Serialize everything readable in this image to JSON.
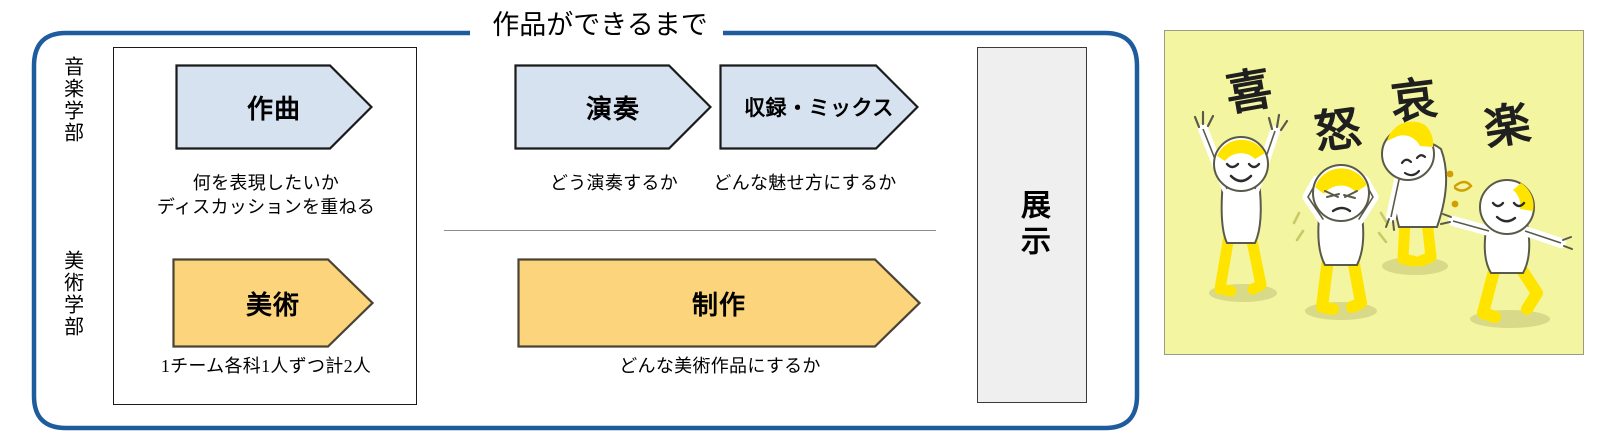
{
  "diagram": {
    "title": "作品ができるまで",
    "faculty_labels": [
      {
        "name": "music",
        "text": "音楽学部"
      },
      {
        "name": "art",
        "text": "美術学部"
      }
    ],
    "music_row": {
      "steps": [
        {
          "label": "作曲",
          "caption": "何を表現したいか\nディスカッションを重ねる"
        },
        {
          "label": "演奏",
          "caption": "どう演奏するか"
        },
        {
          "label": "収録・ミックス",
          "caption": "どんな魅せ方にするか"
        }
      ]
    },
    "art_row": {
      "steps": [
        {
          "label": "美術",
          "caption": "1チーム各科1人ずつ計2人"
        },
        {
          "label": "制作",
          "caption": "どんな美術作品にするか"
        }
      ]
    },
    "final_step": {
      "label": "展示"
    },
    "colors": {
      "frame_blue": "#1f5c9e",
      "music_fill": "#d6e2f0",
      "music_stroke": "#1a1a1a",
      "art_fill": "#fbd47c",
      "art_stroke": "#4a4437",
      "exhibition_fill": "#efefef",
      "exhibition_stroke": "#3a3a3a",
      "divider": "#8d8d8d"
    }
  },
  "illustration": {
    "caption_chars": [
      "喜",
      "怒",
      "哀",
      "楽"
    ],
    "background": "#f4f5a0",
    "accent": "#ffe400",
    "border": "#9a9a8a"
  }
}
